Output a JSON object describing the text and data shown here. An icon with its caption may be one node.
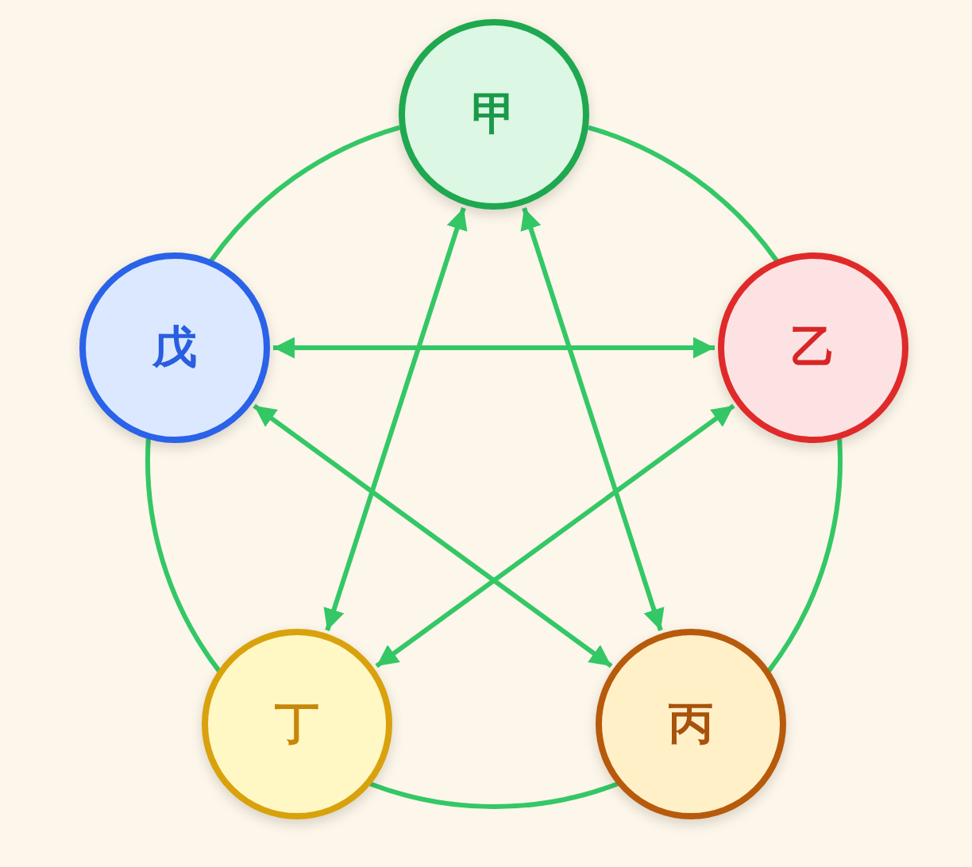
{
  "diagram": {
    "nodes": [
      {
        "text": [
          "甲"
        ]
      },
      {
        "text": [
          "乙"
        ]
      },
      {
        "text": [
          "丙"
        ]
      },
      {
        "text": [
          "丁"
        ]
      },
      {
        "text": [
          "戊"
        ]
      }
    ],
    "edges": [
      {
        "from": 0,
        "to": 1,
        "arrow": "none"
      },
      {
        "from": 1,
        "to": 2,
        "arrow": "none"
      },
      {
        "from": 2,
        "to": 3,
        "arrow": "none"
      },
      {
        "from": 3,
        "to": 4,
        "arrow": "none"
      },
      {
        "from": 4,
        "to": 0,
        "arrow": "none"
      },
      {
        "from": 0,
        "to": 3,
        "arrow": "both"
      },
      {
        "from": 0,
        "to": 2,
        "arrow": "both"
      },
      {
        "from": 4,
        "to": 1,
        "arrow": "both"
      },
      {
        "from": 4,
        "to": 2,
        "arrow": "both"
      },
      {
        "from": 1,
        "to": 3,
        "arrow": "both"
      }
    ]
  }
}
